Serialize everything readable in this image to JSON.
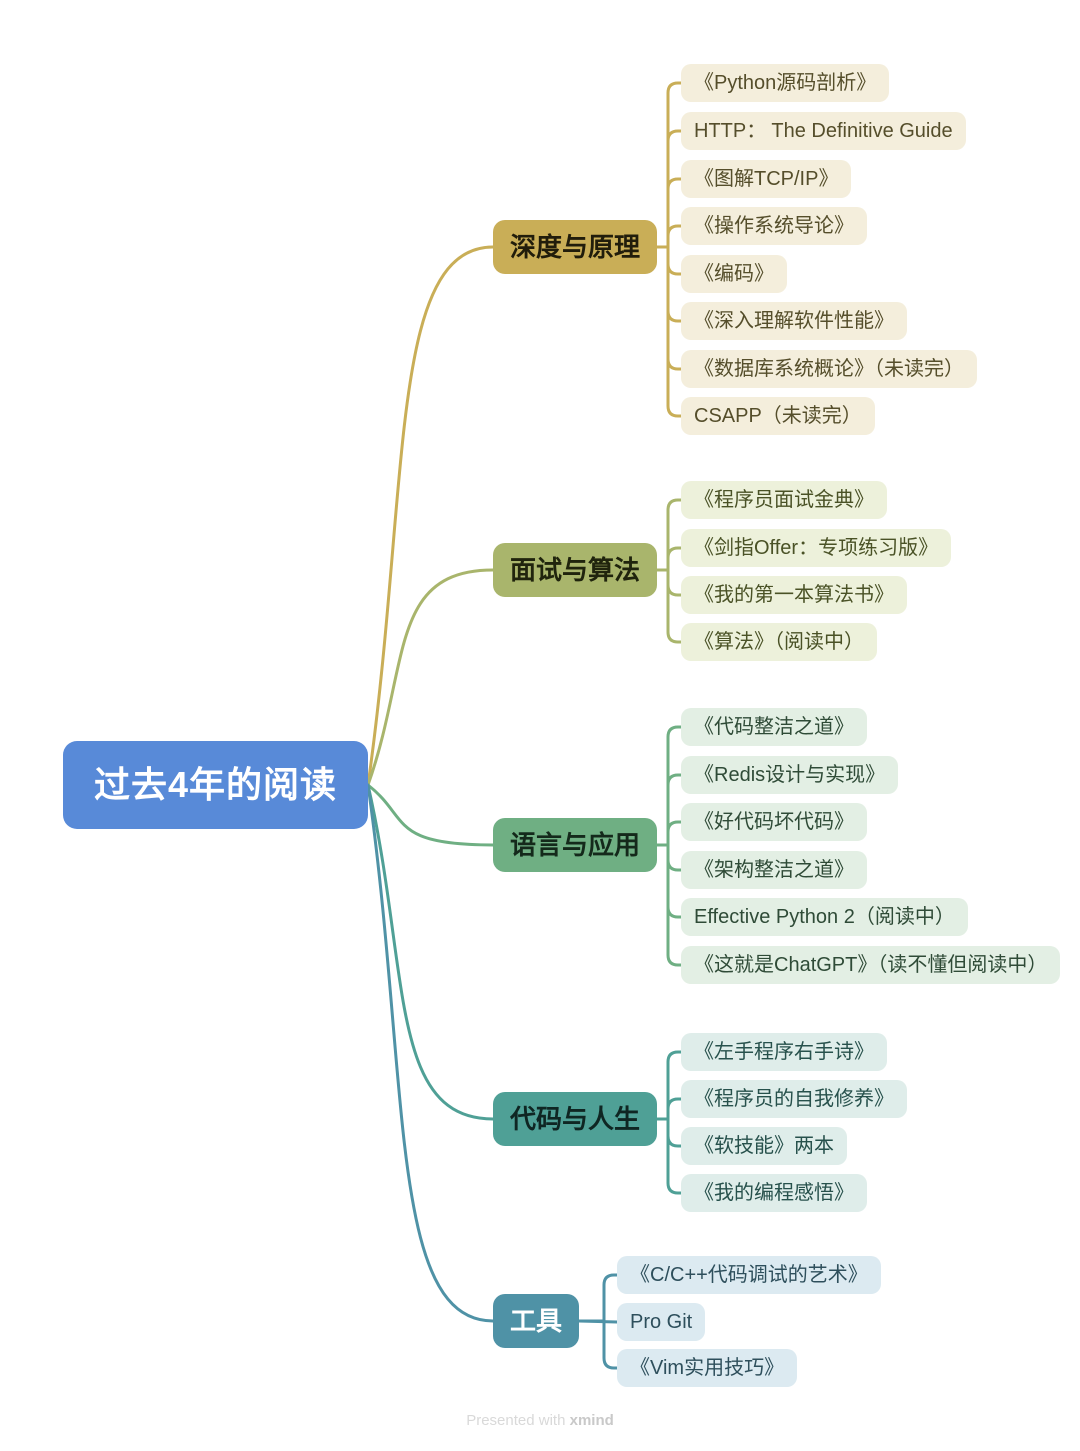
{
  "root": {
    "label": "过去4年的阅读",
    "color": "#588AD8",
    "text_color": "#FFFFFF"
  },
  "branches": [
    {
      "label": "深度与原理",
      "color": "#C9AE57",
      "topic_text": "#211D0B",
      "child_bg": "#F4EEDC",
      "child_text": "#554E2B",
      "children": [
        "《Python源码剖析》",
        "HTTP： The Definitive Guide",
        "《图解TCP/IP》",
        "《操作系统导论》",
        "《编码》",
        "《深入理解软件性能》",
        "《数据库系统概论》（未读完）",
        "CSAPP（未读完）"
      ]
    },
    {
      "label": "面试与算法",
      "color": "#A9B56C",
      "topic_text": "#20240D",
      "child_bg": "#EDF1DB",
      "child_text": "#4A5226",
      "children": [
        "《程序员面试金典》",
        "《剑指Offer：专项练习版》",
        "《我的第一本算法书》",
        "《算法》（阅读中）"
      ]
    },
    {
      "label": "语言与应用",
      "color": "#6FAF83",
      "topic_text": "#14291B",
      "child_bg": "#E3EFE4",
      "child_text": "#2F4B37",
      "children": [
        "《代码整洁之道》",
        "《Redis设计与实现》",
        "《好代码坏代码》",
        "《架构整洁之道》",
        "Effective Python 2（阅读中）",
        "《这就是ChatGPT》（读不懂但阅读中）"
      ]
    },
    {
      "label": "代码与人生",
      "color": "#4FA096",
      "topic_text": "#0F2623",
      "child_bg": "#DFEDEA",
      "child_text": "#27514C",
      "children": [
        "《左手程序右手诗》",
        "《程序员的自我修养》",
        "《软技能》两本",
        "《我的编程感悟》"
      ]
    },
    {
      "label": "工具",
      "color": "#4F92A6",
      "topic_text": "#FFFFFF",
      "child_bg": "#DCEAF1",
      "child_text": "#2E4F5C",
      "children": [
        "《C/C++代码调试的艺术》",
        "Pro Git",
        "《Vim实用技巧》"
      ]
    }
  ],
  "footer": {
    "prefix": "Presented with",
    "brand": "xmind"
  }
}
